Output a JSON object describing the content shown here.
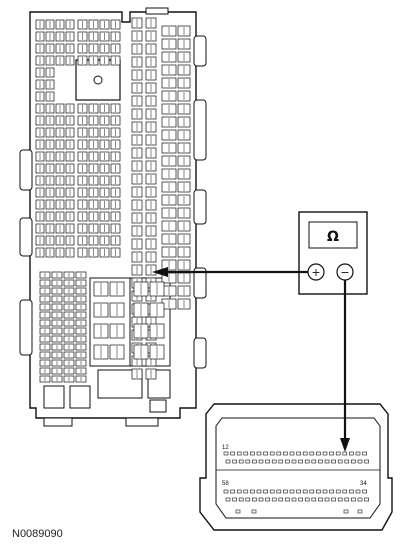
{
  "meter": {
    "symbol": "Ω",
    "plus": "+",
    "minus": "−"
  },
  "connector": {
    "pin_top_left": "12",
    "pin_bottom_left": "58",
    "pin_bottom_right": "34"
  },
  "figure_id": "N0089090"
}
